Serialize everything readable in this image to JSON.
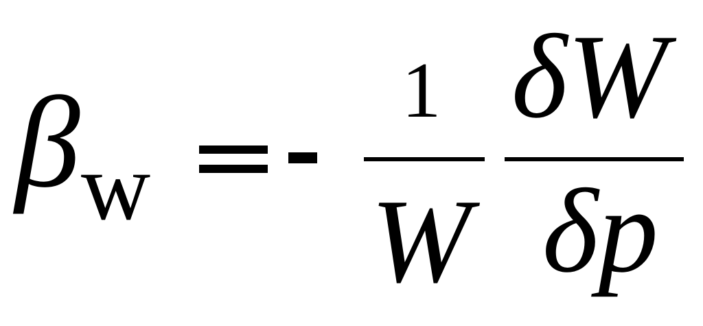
{
  "formula": {
    "lhs_symbol": "β",
    "lhs_subscript": "w",
    "equals": "=",
    "minus": "-",
    "fraction1": {
      "numerator": "1",
      "denominator": "W"
    },
    "fraction2": {
      "numerator": "δW",
      "denominator": "δp"
    }
  }
}
